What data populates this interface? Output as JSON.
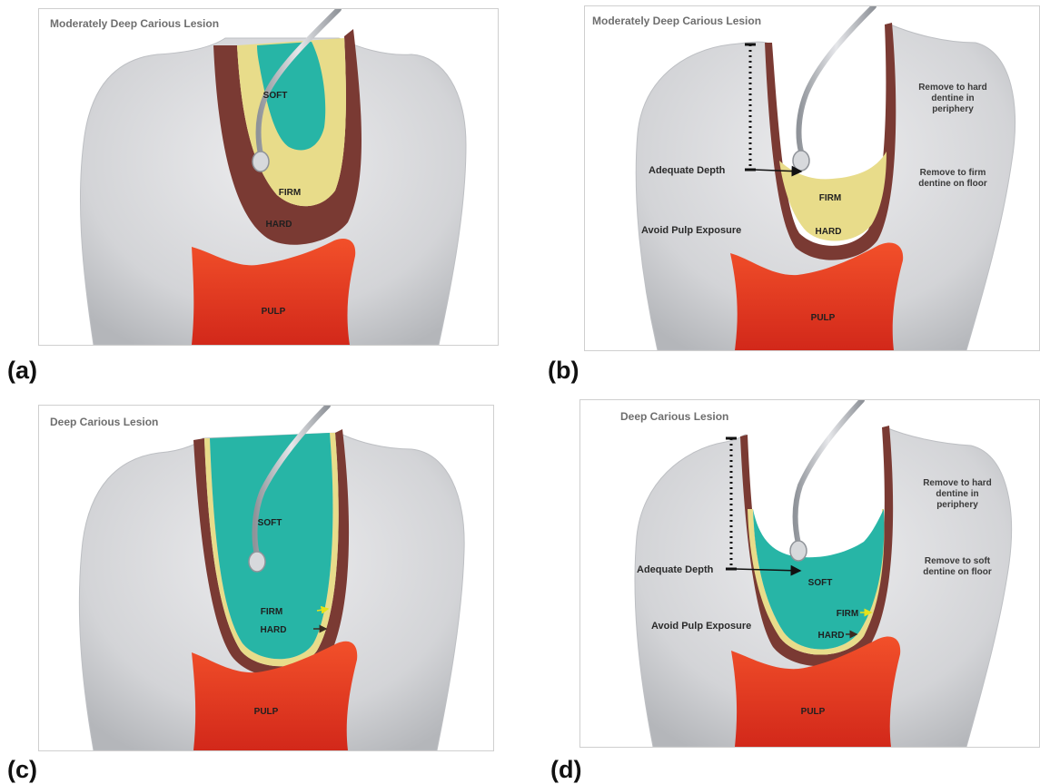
{
  "panels": [
    {
      "id": "a",
      "caption": "(a)",
      "title": "Moderately Deep Carious Lesion",
      "labels": {
        "soft": "SOFT",
        "firm": "FIRM",
        "hard": "HARD",
        "pulp": "PULP"
      }
    },
    {
      "id": "b",
      "caption": "(b)",
      "title": "Moderately Deep Carious Lesion",
      "labels": {
        "firm": "FIRM",
        "hard": "HARD",
        "pulp": "PULP"
      },
      "adequate_depth": "Adequate Depth",
      "avoid": "Avoid Pulp Exposure",
      "note_periphery": [
        "Remove to hard",
        "dentine in",
        "periphery"
      ],
      "note_floor": [
        "Remove to firm",
        "dentine on floor"
      ]
    },
    {
      "id": "c",
      "caption": "(c)",
      "title": "Deep Carious Lesion",
      "labels": {
        "soft": "SOFT",
        "firm": "FIRM",
        "hard": "HARD",
        "pulp": "PULP"
      }
    },
    {
      "id": "d",
      "caption": "(d)",
      "title": "Deep Carious Lesion",
      "labels": {
        "soft": "SOFT",
        "firm": "FIRM",
        "hard": "HARD",
        "pulp": "PULP"
      },
      "adequate_depth": "Adequate Depth",
      "avoid": "Avoid Pulp Exposure",
      "note_periphery": [
        "Remove to hard",
        "dentine in",
        "periphery"
      ],
      "note_floor": [
        "Remove to soft",
        "dentine on floor"
      ]
    }
  ],
  "colors": {
    "tooth": "#d9dadc",
    "tooth_shadow": "#b9bbbf",
    "hard_dentine": "#7a3a33",
    "firm_dentine": "#e8dc8a",
    "soft_dentine": "#27b5a6",
    "pulp": "#e63a22",
    "instrument": "#a8abb0"
  }
}
